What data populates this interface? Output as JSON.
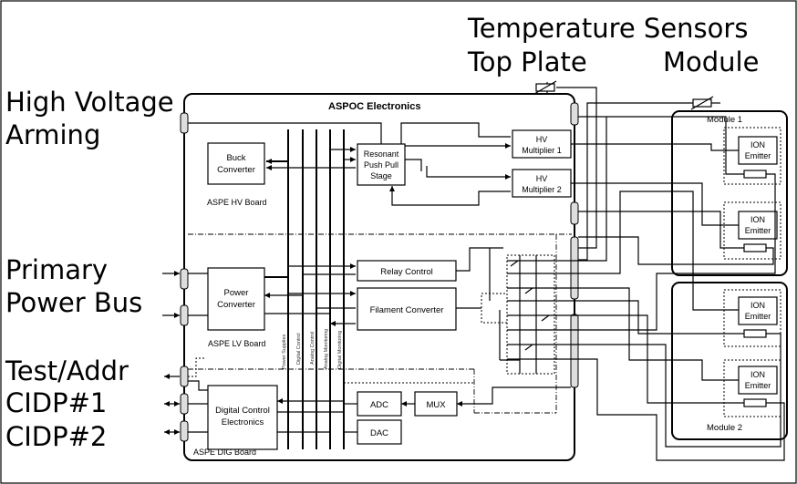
{
  "labels": {
    "temp_title_1": "Temperature Sensors",
    "temp_title_2a": "Top Plate",
    "temp_title_2b": "Module",
    "hv_arming_1": "High Voltage",
    "hv_arming_2": "Arming",
    "primary_1": "Primary",
    "primary_2": "Power Bus",
    "testaddr": "Test/Addr",
    "cidp1": "CIDP#1",
    "cidp2": "CIDP#2"
  },
  "electronics": {
    "title": "ASPOC Electronics",
    "hv_board": "ASPE HV Board",
    "lv_board": "ASPE LV Board",
    "dig_board": "ASPE DIG Board"
  },
  "blocks": {
    "buck_1": "Buck",
    "buck_2": "Converter",
    "resonant_1": "Resonant",
    "resonant_2": "Push Pull",
    "resonant_3": "Stage",
    "hvmult1_1": "HV",
    "hvmult1_2": "Multiplier 1",
    "hvmult2_1": "HV",
    "hvmult2_2": "Multiplier 2",
    "power_1": "Power",
    "power_2": "Converter",
    "relay": "Relay Control",
    "filament": "Filament Converter",
    "digital_1": "Digital Control",
    "digital_2": "Electronics",
    "adc": "ADC",
    "mux": "MUX",
    "dac": "DAC"
  },
  "bus_lines": [
    "Power Supplies",
    "Digital Control",
    "Analog Control",
    "Analog Monitoring",
    "Digital Monitoring"
  ],
  "modules": {
    "module1": "Module 1",
    "module2": "Module 2",
    "emitter_1": "ION",
    "emitter_2": "Emitter"
  }
}
